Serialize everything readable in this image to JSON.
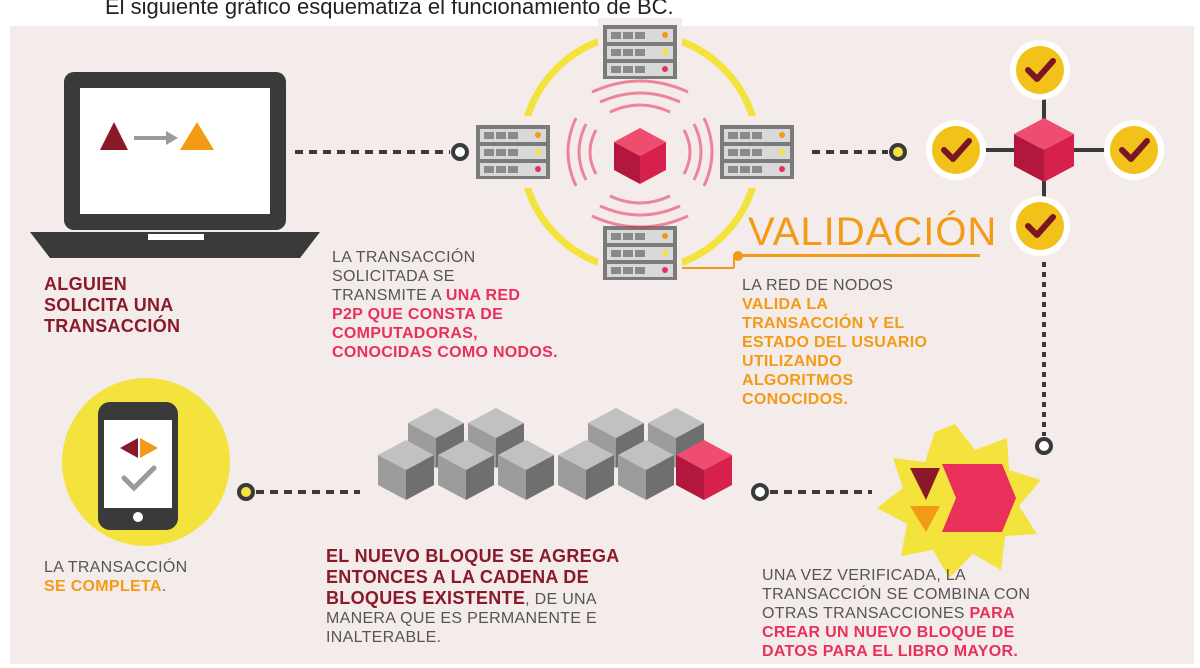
{
  "caption": "El siguiente gráfico esquematiza el funcionamiento de BC.",
  "step1": {
    "l1": "ALGUIEN",
    "l2": "SOLICITA UNA",
    "l3": "TRANSACCIÓN"
  },
  "step2": {
    "l1": "LA TRANSACCIÓN",
    "l2": "SOLICITADA SE",
    "l3a": "TRANSMITE A ",
    "l3b": "UNA RED",
    "l4": "P2P QUE CONSTA DE",
    "l5": "COMPUTADORAS,",
    "l6": "CONOCIDAS COMO NODOS."
  },
  "step3": {
    "heading": "VALIDACIÓN",
    "l1": "LA RED DE NODOS",
    "l2": "VALIDA LA",
    "l3": "TRANSACCIÓN Y EL",
    "l4": "ESTADO DEL USUARIO",
    "l5": "UTILIZANDO",
    "l6": "ALGORITMOS",
    "l7": "CONOCIDOS."
  },
  "step4": {
    "l1": "UNA VEZ VERIFICADA, LA",
    "l2": "TRANSACCIÓN SE COMBINA CON",
    "l3a": "OTRAS TRANSACCIONES ",
    "l3b": "PARA",
    "l4": "CREAR UN NUEVO BLOQUE DE",
    "l5": "DATOS PARA EL LIBRO MAYOR."
  },
  "step5": {
    "l1": "EL NUEVO BLOQUE SE AGREGA",
    "l2": "ENTONCES A LA CADENA DE",
    "l3a": "BLOQUES EXISTENTE",
    "l3b": ", DE UNA",
    "l4": "MANERA QUE ES PERMANENTE E",
    "l5": "INALTERABLE."
  },
  "step6": {
    "l1": "LA TRANSACCIÓN",
    "l2a": "SE COMPLETA",
    "l2b": "."
  },
  "colors": {
    "maroon": "#8a1a2a",
    "pink": "#e8305a",
    "orange": "#f39a16",
    "yellow": "#f3e33c",
    "dark_gray": "#3a3a3a"
  },
  "icons": [
    "laptop-icon",
    "server-icon",
    "block-icon",
    "check-icon",
    "cube-stack-icon",
    "smartphone-icon",
    "starburst-icon"
  ]
}
